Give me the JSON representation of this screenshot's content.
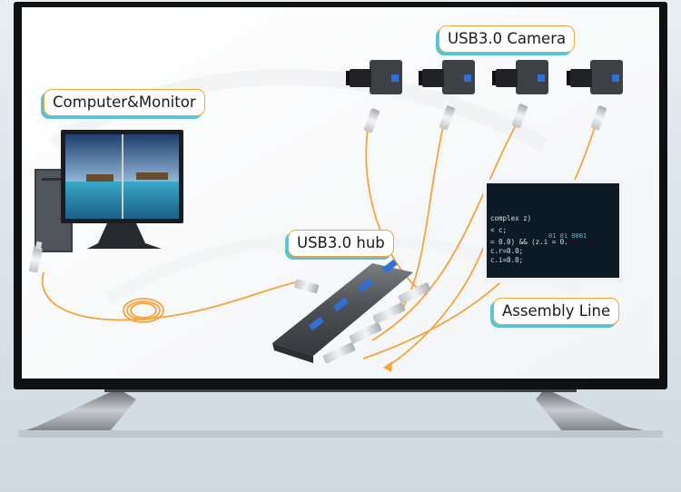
{
  "labels": {
    "computer_monitor": "Computer&Monitor",
    "usb_camera": "USB3.0 Camera",
    "usb_hub": "USB3.0 hub",
    "assembly_line": "Assembly Line"
  },
  "code_screen": {
    "lines": [
      "complex z)",
      "< c;",
      "= 0.0) && (z.i = 0.",
      "c.r=0.0;",
      "c.i=0.0;"
    ],
    "digits": "01 01 0001"
  },
  "colors": {
    "cable": "#f7a23a",
    "callout_border": "#f4a53a",
    "callout_shadow": "#57c4d6",
    "tv_bezel": "#0f1012",
    "hub_body": "#4e5257",
    "usb_port": "#2f6fd6"
  },
  "icons": [
    "monitor-icon",
    "pc-tower-icon",
    "camera-icon",
    "usb-hub-icon",
    "usb-plug-icon",
    "arrow-left-icon"
  ]
}
